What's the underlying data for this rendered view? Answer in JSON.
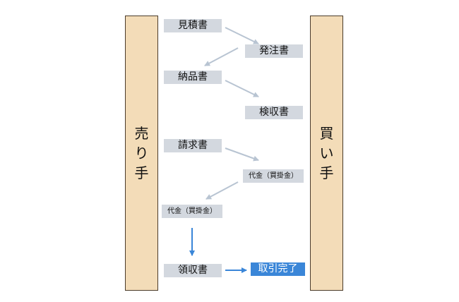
{
  "parties": {
    "seller": [
      "売",
      "り",
      "手"
    ],
    "buyer": [
      "買",
      "い",
      "手"
    ]
  },
  "documents": {
    "quotation": "見積書",
    "purchase_order": "発注書",
    "delivery_note": "納品書",
    "inspection_report": "検収書",
    "invoice": "請求書",
    "payment_sent": "代金（買掛金）",
    "payment_received": "代金（買掛金）",
    "receipt": "領収書",
    "transaction_complete": "取引完了"
  },
  "colors": {
    "pillar_fill": "#f3dcb8",
    "label_fill": "#d3d8df",
    "flow_arrow": "#b8c4d2",
    "final_arrow": "#3a86d8"
  }
}
